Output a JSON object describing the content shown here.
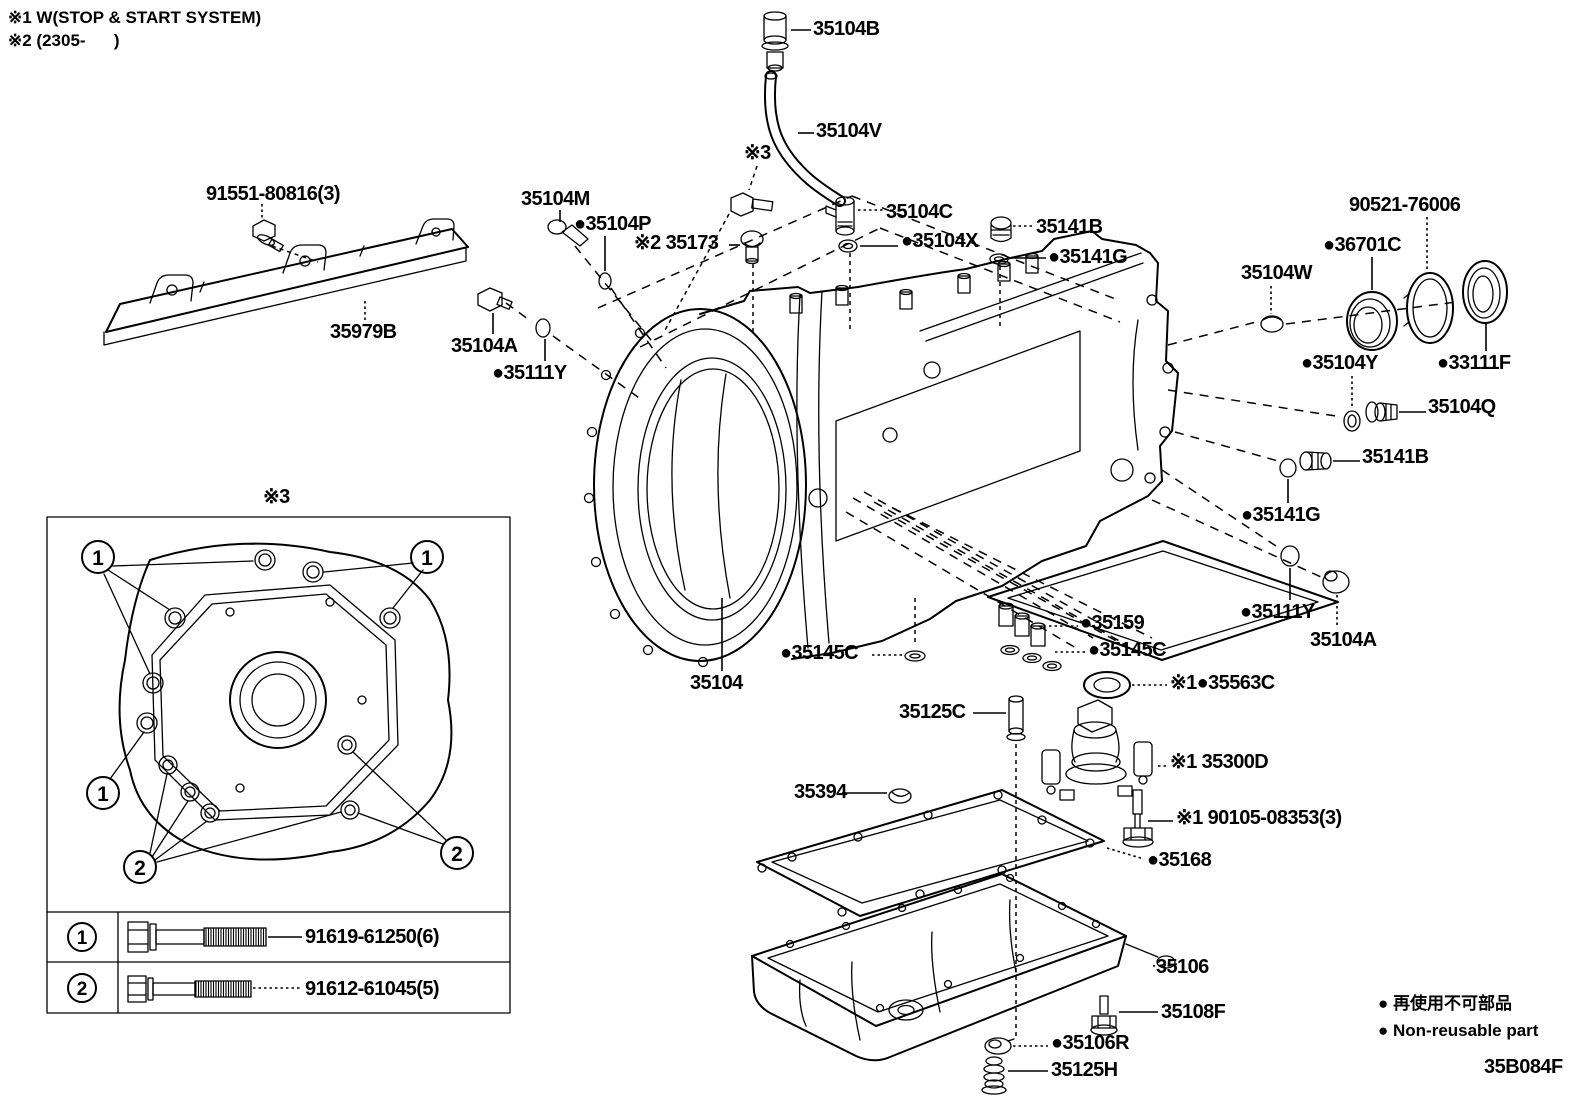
{
  "notes": [
    {
      "text": "※1 W(STOP & START SYSTEM)"
    },
    {
      "text": "※2 (2305-      )"
    }
  ],
  "diagram_code": "35B084F",
  "legend": [
    {
      "text": "● 再使用不可部品"
    },
    {
      "text": "● Non-reusable part"
    }
  ],
  "inset": {
    "title": "※3",
    "callout1": "1",
    "callout2": "2",
    "table": [
      {
        "num": "1",
        "part": "91619-61250(6)"
      },
      {
        "num": "2",
        "part": "91612-61045(5)"
      }
    ]
  },
  "labels": [
    {
      "id": "35104B",
      "text": "35104B"
    },
    {
      "id": "35104V",
      "text": "35104V"
    },
    {
      "id": "ref3-top",
      "text": "※3"
    },
    {
      "id": "91551-80816",
      "text": "91551-80816(3)"
    },
    {
      "id": "35104M",
      "text": "35104M"
    },
    {
      "id": "35104P",
      "text": "●35104P"
    },
    {
      "id": "35173",
      "text": "※2 35173"
    },
    {
      "id": "35104C",
      "text": "35104C"
    },
    {
      "id": "35104X",
      "text": "●35104X"
    },
    {
      "id": "35141B",
      "text": "35141B"
    },
    {
      "id": "35141G",
      "text": "●35141G"
    },
    {
      "id": "90521-76006",
      "text": "90521-76006"
    },
    {
      "id": "36701C",
      "text": "●36701C"
    },
    {
      "id": "35104W",
      "text": "35104W"
    },
    {
      "id": "35979B",
      "text": "35979B"
    },
    {
      "id": "35104A-left",
      "text": "35104A"
    },
    {
      "id": "35111Y-left",
      "text": "●35111Y"
    },
    {
      "id": "35104Y",
      "text": "●35104Y"
    },
    {
      "id": "33111F",
      "text": "●33111F"
    },
    {
      "id": "35104Q",
      "text": "35104Q"
    },
    {
      "id": "35141B-2",
      "text": "35141B"
    },
    {
      "id": "35141G-2",
      "text": "●35141G"
    },
    {
      "id": "35111Y-2",
      "text": "●35111Y"
    },
    {
      "id": "35104A-2",
      "text": "35104A"
    },
    {
      "id": "35159",
      "text": "●35159"
    },
    {
      "id": "35145C-right",
      "text": "●35145C"
    },
    {
      "id": "35145C-left",
      "text": "●35145C"
    },
    {
      "id": "35104",
      "text": "35104"
    },
    {
      "id": "35563C",
      "text": "※1●35563C"
    },
    {
      "id": "35125C",
      "text": "35125C"
    },
    {
      "id": "35300D",
      "text": "※1 35300D"
    },
    {
      "id": "35394",
      "text": "35394"
    },
    {
      "id": "90105-08353",
      "text": "※1 90105-08353(3)"
    },
    {
      "id": "35168",
      "text": "●35168"
    },
    {
      "id": "35106",
      "text": "35106"
    },
    {
      "id": "35108F",
      "text": "35108F"
    },
    {
      "id": "35106R",
      "text": "●35106R"
    },
    {
      "id": "35125H",
      "text": "35125H"
    },
    {
      "id": "ref3-inset",
      "text": "※3"
    }
  ]
}
